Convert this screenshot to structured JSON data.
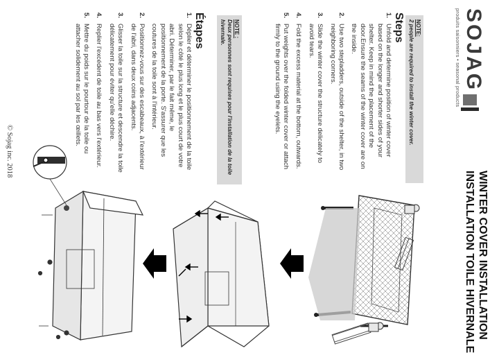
{
  "brand": {
    "logo": "SOJAG",
    "tagline": "produits saisonniers • seasonal products"
  },
  "title": {
    "en": "WINTER COVER INSTALLATION",
    "fr": "INSTALLATION TOILE HIVERNALE"
  },
  "english": {
    "note_label": "NOTE:",
    "note_text": "2 people are required to install the winter cover.",
    "heading": "Steps",
    "steps": [
      {
        "num": "1.",
        "text": "Unfold and determine position of winter cover based on the longer and shorter sides of your shelter. Keep in mind the placement of the door.Ensure the seams of the winter cover are on the inside."
      },
      {
        "num": "2.",
        "text": "Use two stepladders, outside of the shelter, in two neighboring corners."
      },
      {
        "num": "3.",
        "text": "Slide the winter cover the structure delicately to avoid tears."
      },
      {
        "num": "4.",
        "text": "Fold the excess material at the bottom, outwards."
      },
      {
        "num": "5.",
        "text": "Put weights over the folded winter cover or attach firmly to the ground using the eyelets."
      }
    ]
  },
  "french": {
    "note_label": "NOTE :",
    "note_text": "Deux personnes sont requises pour l'installation de la toile hivernale.",
    "heading": "Étapes",
    "steps": [
      {
        "num": "1.",
        "text": "Déplier et déterminer le positionnement de la toile selon le côté le plus long et le plus court de votre abri. Déterminer, par le fait même, le positionnement de la porte. S'assurer que les coutures de la toile sont à l'intérieur."
      },
      {
        "num": "2.",
        "text": "Positionnez-vous sur des escabeaux, à l'extérieur de l'abri, dans deux coins adjacents."
      },
      {
        "num": "3.",
        "text": "Glisser la toile sur la structure et descendre la toile délicatement pour éviter qu'elle déchire."
      },
      {
        "num": "4.",
        "text": "Replier l'excédent de toile au bas vers l'extérieur."
      },
      {
        "num": "5.",
        "text": "Mettre du poids sur le pourtour de la toile ou attacher solidement au sol par les œillets."
      }
    ]
  },
  "copyright": "© Sojag inc. 2018",
  "figures": [
    {
      "name": "gazebo-with-stepladders"
    },
    {
      "name": "cover-sliding-down"
    },
    {
      "name": "cover-installed-anchored"
    },
    {
      "name": "eyelet-detail"
    }
  ]
}
